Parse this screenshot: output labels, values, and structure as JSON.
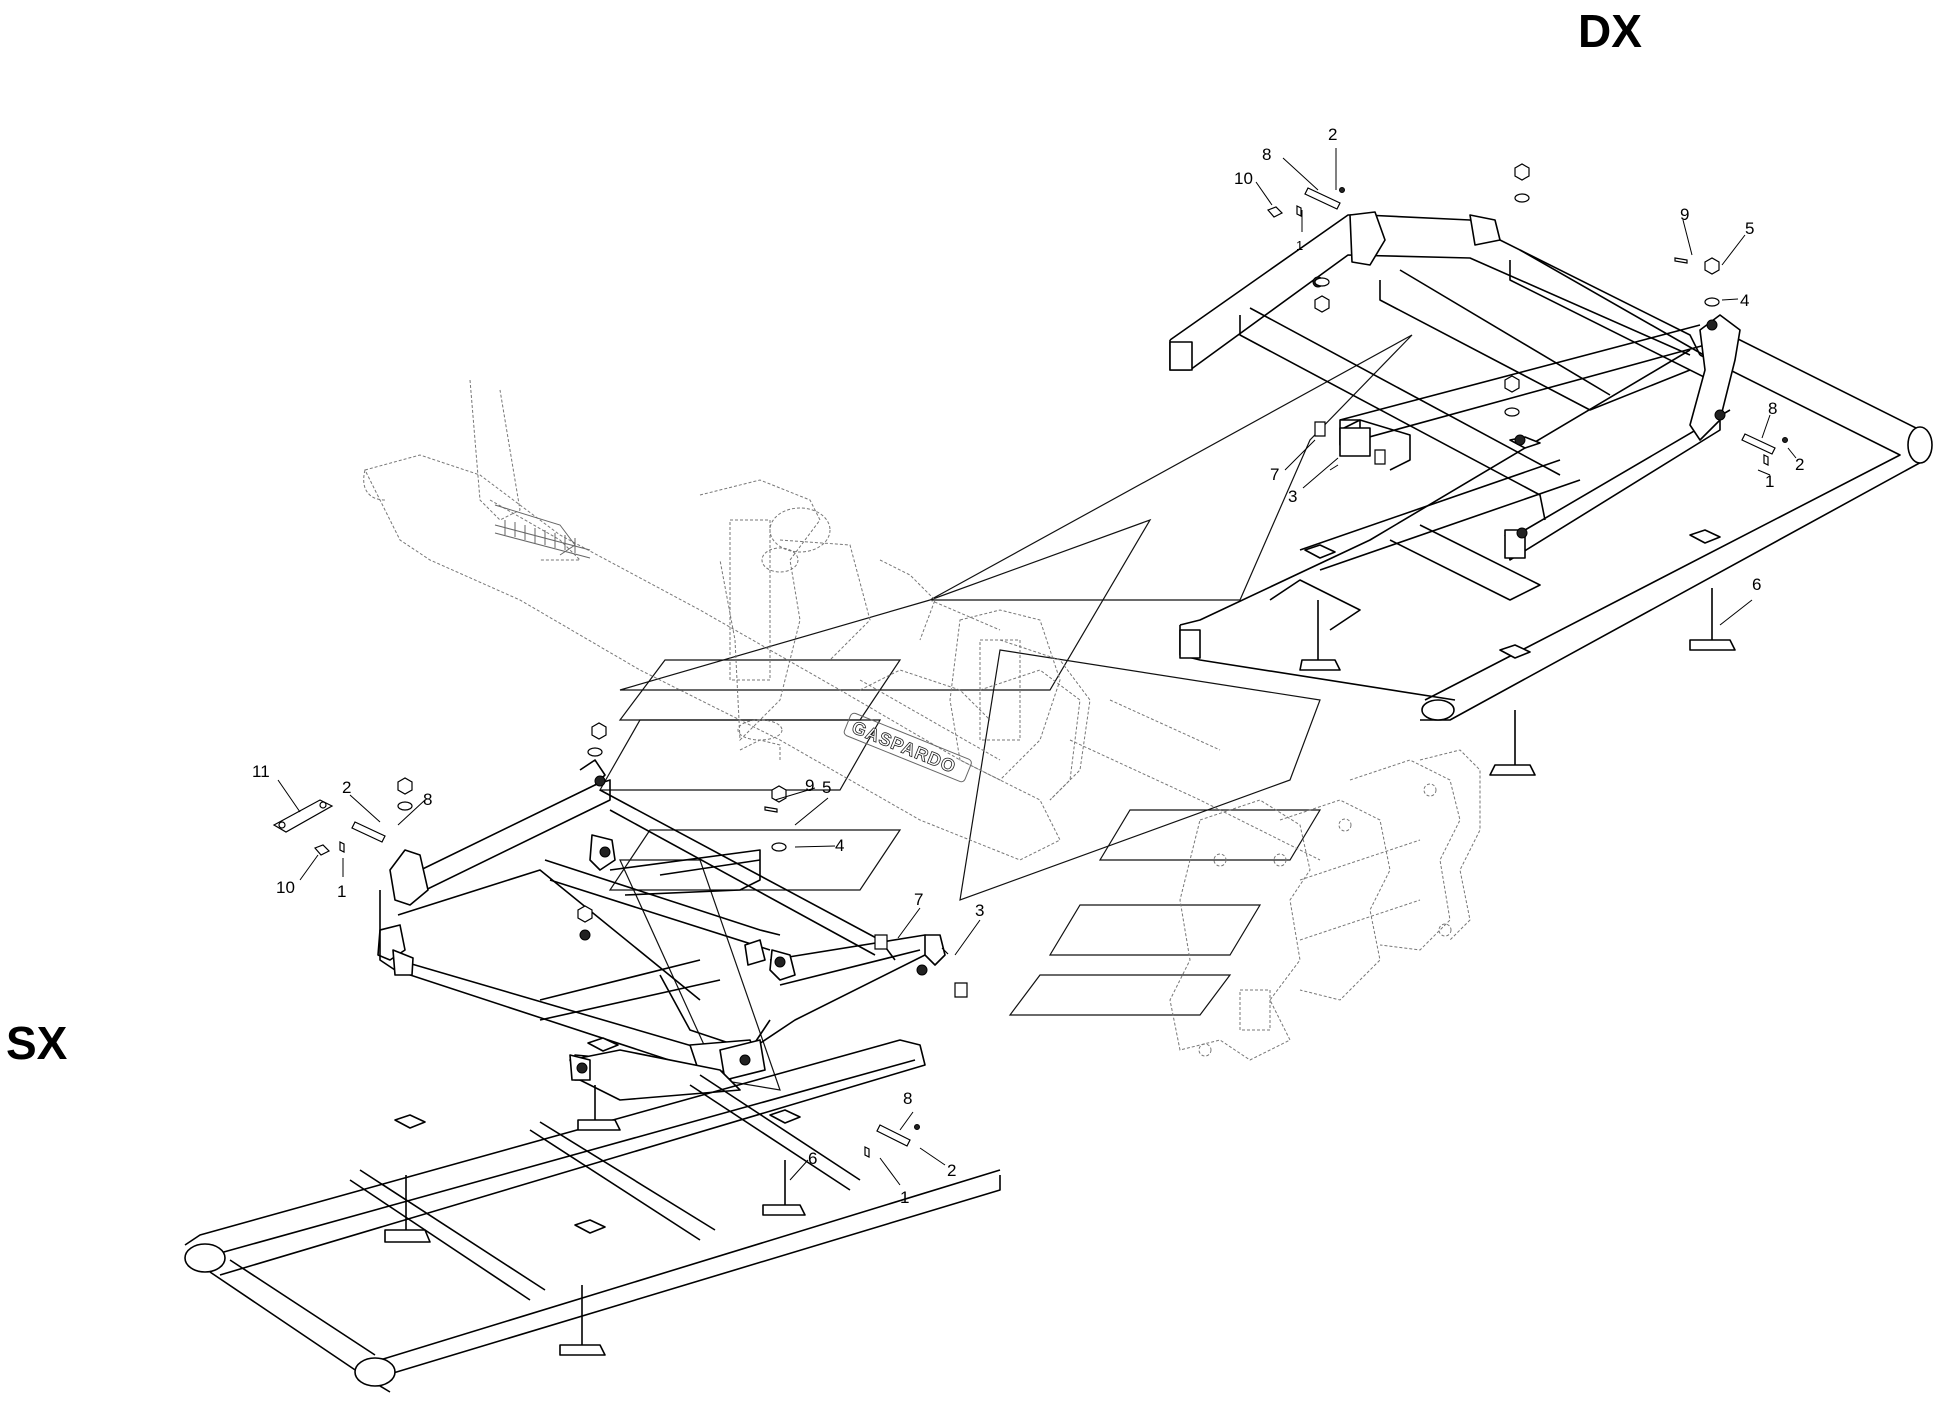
{
  "sides": {
    "right_label": "DX",
    "left_label": "SX"
  },
  "brand": {
    "name": "GASPARDO"
  },
  "callouts_dx": [
    "2",
    "8",
    "10",
    "1",
    "9",
    "5",
    "4",
    "8",
    "2",
    "1",
    "7",
    "3",
    "6"
  ],
  "callouts_sx": [
    "11",
    "2",
    "8",
    "10",
    "1",
    "9",
    "5",
    "4",
    "7",
    "3",
    "8",
    "2",
    "1",
    "6"
  ]
}
